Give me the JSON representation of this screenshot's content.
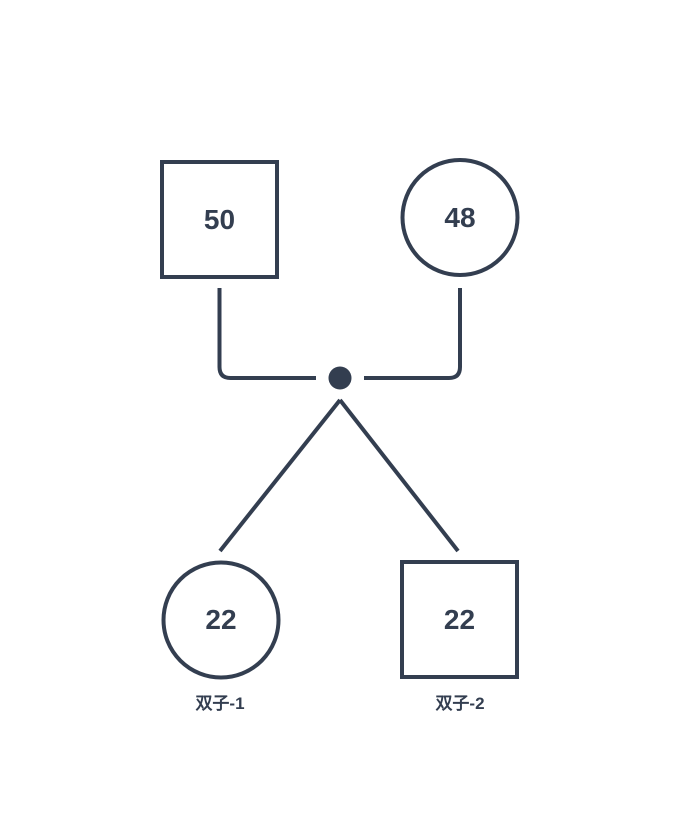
{
  "colors": {
    "stroke": "#333e50",
    "text": "#333e50",
    "node_fill": "#ffffff",
    "background": "#ffffff"
  },
  "diagram": {
    "type": "genogram",
    "nodes": {
      "father": {
        "shape": "square",
        "age": "50"
      },
      "mother": {
        "shape": "circle",
        "age": "48"
      },
      "twin1": {
        "shape": "circle",
        "age": "22",
        "label": "双子-1"
      },
      "twin2": {
        "shape": "square",
        "age": "22",
        "label": "双子-2"
      }
    },
    "edges": {
      "union": "father-mother",
      "children": [
        "twin1",
        "twin2"
      ],
      "children_link_style": "diagonal-twin-lines"
    }
  }
}
